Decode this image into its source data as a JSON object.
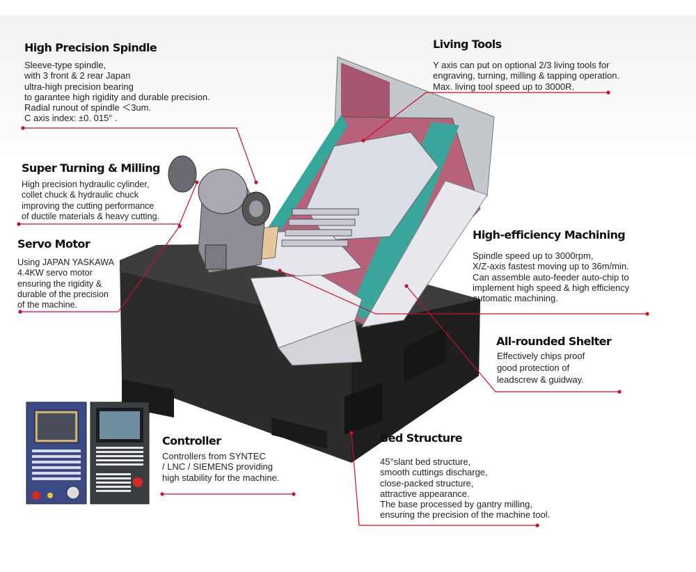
{
  "sections": {
    "spindle": {
      "title": "High Precision Spindle",
      "text": "Sleeve-type spindle,\nwith 3 front & 2 rear Japan\nultra-high precision bearing\nto garantee high rigidity and durable precision.\nRadial runout of spindle ＜3um.\nC axis index: ±0. 015° ."
    },
    "living_tools": {
      "title": "Living Tools",
      "text": "Y axis can put on optional 2/3 living tools for\nengraving, turning, milling & tapping operation.\nMax. living tool speed up to 3000R."
    },
    "turning_milling": {
      "title": "Super Turning & Milling",
      "text": "High precision hydraulic cylinder,\ncollet chuck & hydraulic chuck\nimproving the cutting performance\nof ductile materials & heavy cutting."
    },
    "servo": {
      "title": "Servo Motor",
      "text": "Using JAPAN YASKAWA\n4.4KW servo motor\nensuring the rigidity &\ndurable of the precision\nof the machine."
    },
    "machining": {
      "title": "High-efficiency Machining",
      "text": "Spindle speed up to 3000rpm,\nX/Z-axis fastest moving up to 36m/min.\nCan assemble auto-feeder auto-chip to\nimplement high speed & high efficiency\nautomatic machining."
    },
    "shelter": {
      "title": "All-rounded Shelter",
      "text": "Effectively chips proof\ngood protection of\nleadscrew & guidway."
    },
    "controller": {
      "title": "Controller",
      "text": "Controllers from SYNTEC\n/ LNC / SIEMENS providing\nhigh stability for the machine."
    },
    "bed": {
      "title": "Bed Structure",
      "text": "45°slant bed structure,\nsmooth cuttings discharge,\nclose-packed structure,\nattractive appearance.\nThe base processed by gantry milling,\nensuring the precision of the machine tool."
    }
  },
  "colors": {
    "leader_line": "#c8102e",
    "machine_dark": "#2a2a2a",
    "cover_pink": "#b5657a",
    "guard_teal": "#3aa69b",
    "controller_blue": "#3b4a86"
  },
  "icons": [
    "machine-illustration",
    "controller-panel-image"
  ]
}
